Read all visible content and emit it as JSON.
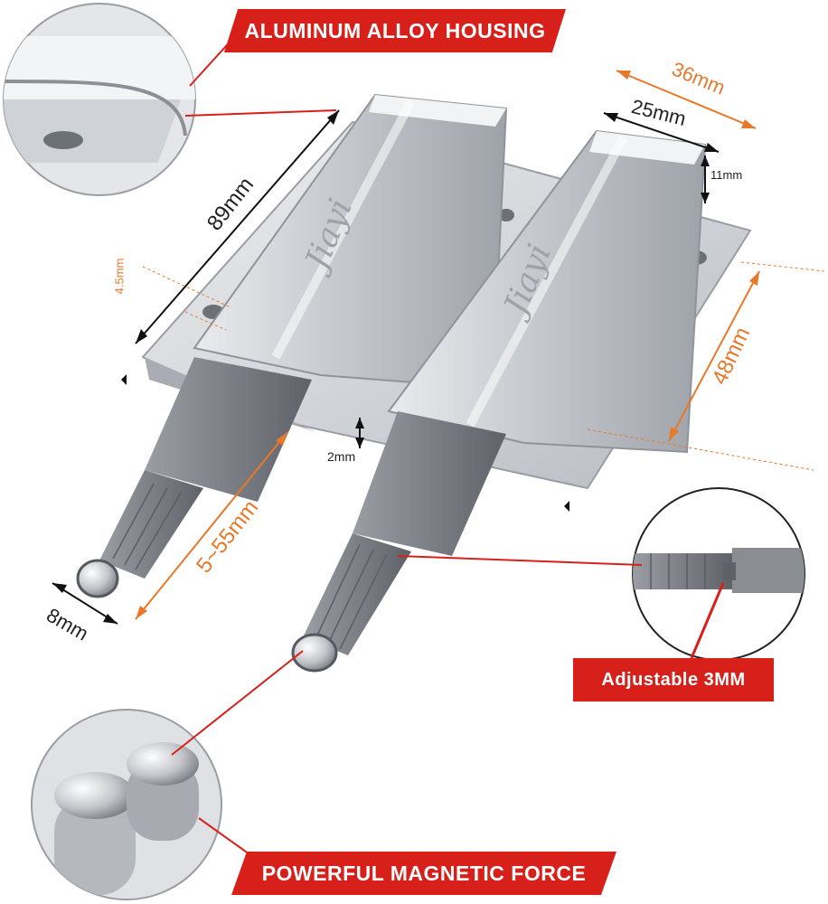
{
  "labels": {
    "housing": "ALUMINUM ALLOY HOUSING",
    "adjustable": "Adjustable 3MM",
    "magnetic": "POWERFUL MAGNETIC FORCE"
  },
  "brand": "Jiayi",
  "dimensions": {
    "width_outer": "36mm",
    "width_inner": "25mm",
    "height_body": "11mm",
    "length": "89mm",
    "hole": "4.5mm",
    "plate_width": "48mm",
    "plate_thickness": "2mm",
    "stroke": "5~55mm",
    "plunger": "8mm"
  },
  "colors": {
    "banner": "#d8201b",
    "dimension_accent": "#e8782a",
    "housing": "#c9ccd0",
    "plunger": "#808488"
  }
}
